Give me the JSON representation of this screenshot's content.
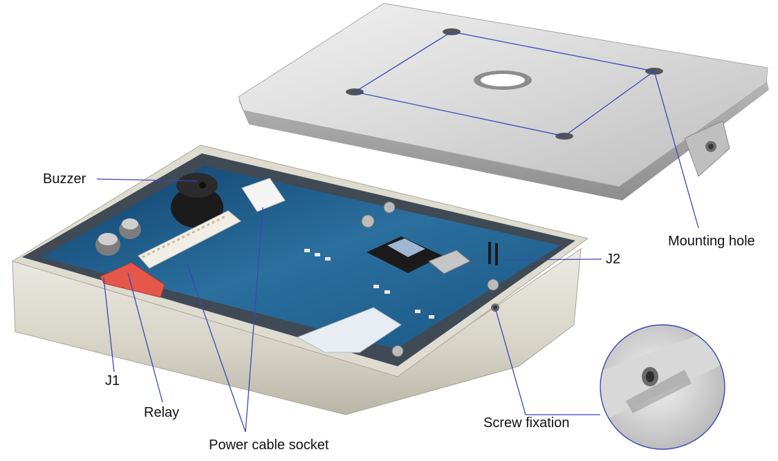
{
  "labels": {
    "buzzer": "Buzzer",
    "mounting_hole": "Mounting hole",
    "j2": "J2",
    "j1": "J1",
    "relay": "Relay",
    "power_cable_socket": "Power cable socket",
    "screw_fixation": "Screw fixation"
  },
  "colors": {
    "leader_line": "#3a46b8",
    "metal_light": "#e9e9e9",
    "metal_dark": "#9a9a9a",
    "pcb": "#1d5a8c",
    "relay": "#e5574a"
  }
}
